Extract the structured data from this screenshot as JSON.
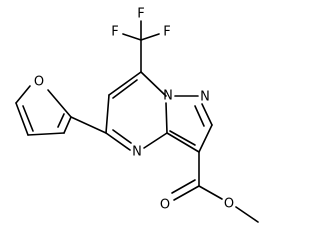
{
  "structure": {
    "atom_labels": {
      "f_top": "F",
      "f_left": "F",
      "f_right": "F",
      "o_furan": "O",
      "n_bridge": "N",
      "n_pyrazole": "N",
      "n_pyrimidine": "N",
      "o_carbonyl": "O",
      "o_ester": "O"
    }
  },
  "colors": {
    "bond": "#000000",
    "background": "#ffffff"
  }
}
